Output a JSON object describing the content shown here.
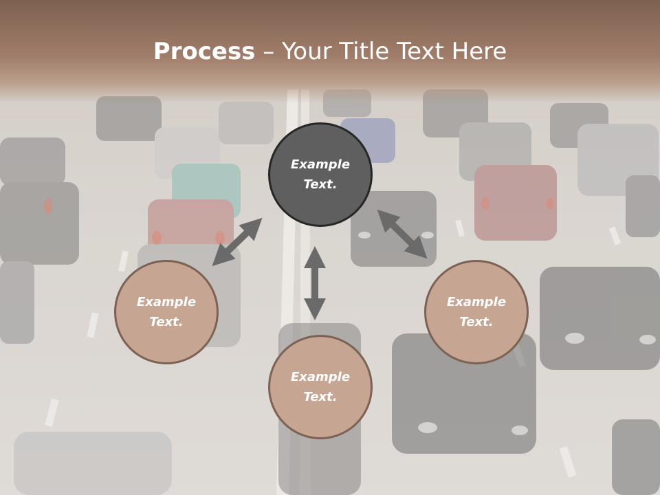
{
  "title": {
    "bold": "Process",
    "rest": " – Your Title Text Here"
  },
  "nodes": [
    {
      "id": "top",
      "text": "Example Text."
    },
    {
      "id": "left",
      "text": "Example Text."
    },
    {
      "id": "right",
      "text": "Example Text."
    },
    {
      "id": "bottom",
      "text": "Example Text."
    }
  ],
  "colors": {
    "title_band": "#8a6b58",
    "circle_dark_fill": "#5f5f5f",
    "circle_dark_stroke": "#262626",
    "circle_light_fill": "#c6a592",
    "circle_light_stroke": "#7b6254",
    "arrow": "#6a6a6a"
  },
  "background": "road-traffic-photo"
}
